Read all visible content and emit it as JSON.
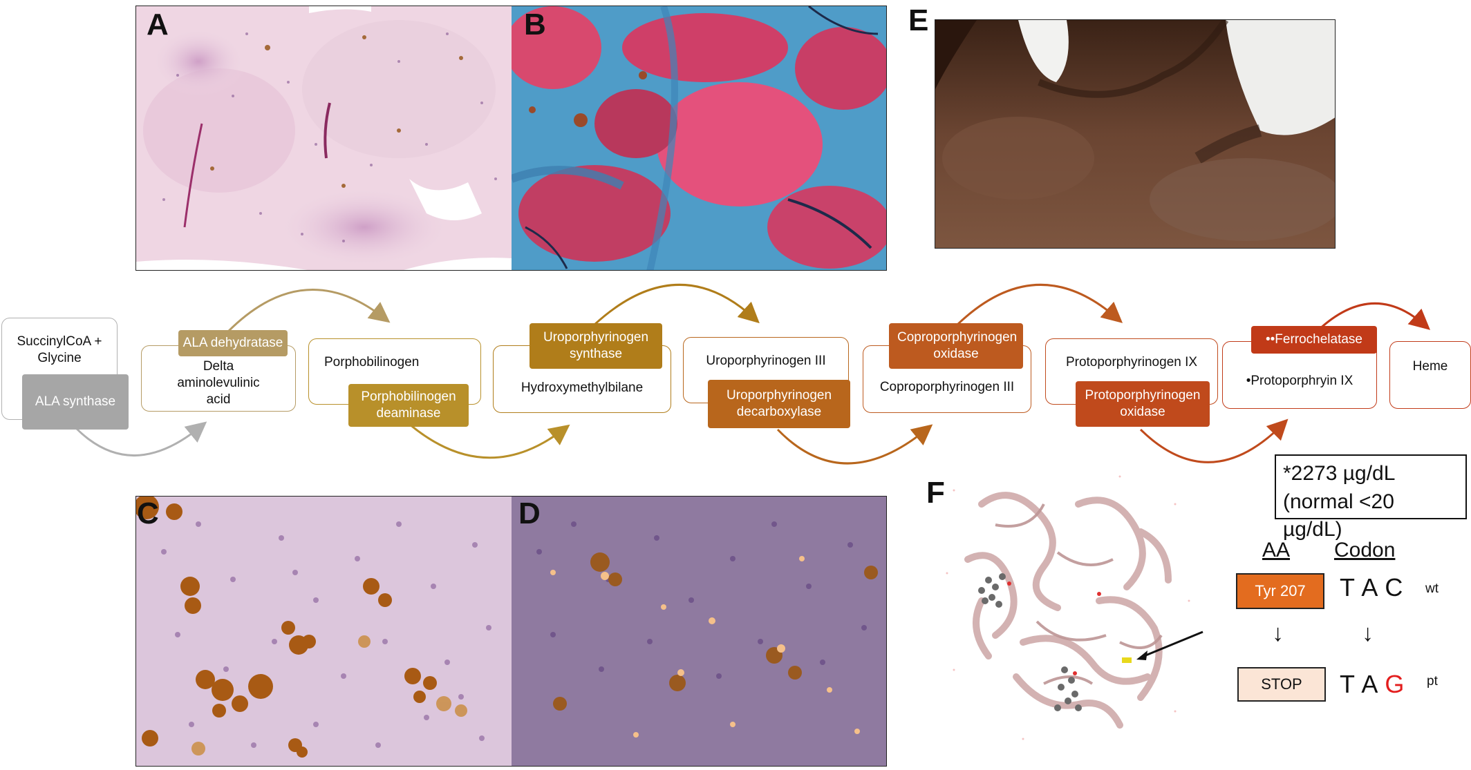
{
  "panels": {
    "A": "A",
    "B": "B",
    "C": "C",
    "D": "D",
    "E": "E",
    "F": "F"
  },
  "pathway": {
    "substrates": [
      "SuccinylCoA + Glycine",
      "Delta aminolevulinic acid",
      "Porphobilinogen",
      "Hydroxymethylbilane",
      "Uroporphyrinogen III",
      "Coproporphyrinogen III",
      "Protoporphyrinogen IX",
      "•Protoporphryin IX",
      "Heme"
    ],
    "enzymes": [
      "ALA synthase",
      "ALA dehydratase",
      "Porphobilinogen deaminase",
      "Uroporphyrinogen synthase",
      "Uroporphyrinogen decarboxylase",
      "Coproporphyrinogen oxidase",
      "Protoporphyrinogen oxidase",
      "••Ferrochelatase"
    ],
    "colors": {
      "ala_synthase": "#a6a6a6",
      "ala_dehydratase": "#b59b64",
      "pbg_deaminase": "#b8902a",
      "uro_synthase": "#b07d1a",
      "uro_decarboxylase": "#b8661c",
      "copro_oxidase": "#bd5a1f",
      "proto_oxidase": "#c04a1c",
      "ferrochelatase": "#c13a18"
    }
  },
  "lab": {
    "line1": "*2273 µg/dL",
    "line2": "(normal <20 µg/dL)"
  },
  "mutation": {
    "aa_header": "AA",
    "codon_header": "Codon",
    "wt_aa": "Tyr 207",
    "wt_codon_prefix": "T A C",
    "wt_label": "wt",
    "mut_aa": "STOP",
    "mut_codon_prefix": "T A ",
    "mut_codon_changed": "G",
    "pt_label": "pt",
    "arrow": "↓",
    "colors": {
      "wt_box": "#e36c1f",
      "stop_box": "#fbe5d6",
      "changed_base": "#e31d1d"
    }
  }
}
